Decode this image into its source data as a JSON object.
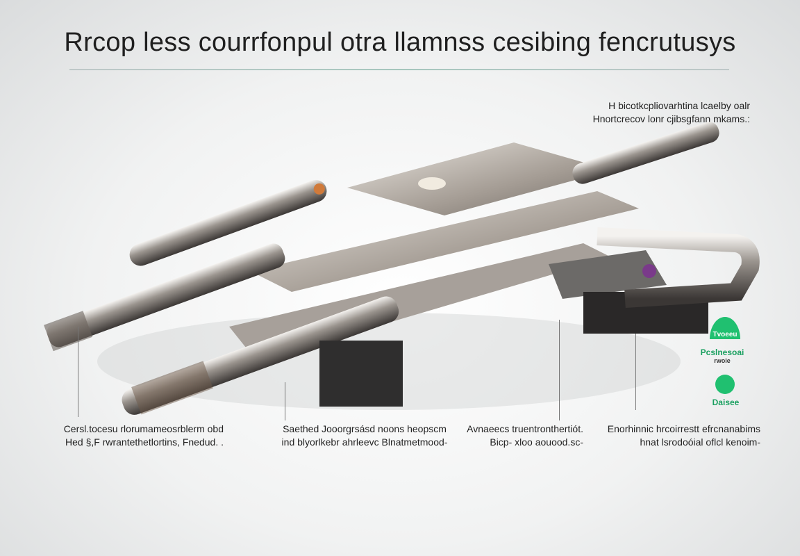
{
  "title": "Rrcop less courrfonpul otra llamnss cesibing fencrutusys",
  "top_right_note": [
    "H bicotkcpliovarhtina lcaelby oalr",
    "Hnortcrecov lonr cjibsgfann mkams.:"
  ],
  "callouts": [
    {
      "lines": [
        "Cersl.tocesu rlorumameosrblerm obd",
        "Hed §,F rwrantethetlortins, Fnedud. ."
      ]
    },
    {
      "lines": [
        "Saethed Jooorgrsásd noons heopscm",
        "ind blyorlkebr ahrleevc Blnatmetmood-"
      ]
    },
    {
      "lines": [
        "Avnaeecs truentronthertiót.",
        "Bicp- xloo aouood.sc-"
      ]
    },
    {
      "lines": [
        "Enorhinnic hrcoirrestt efrcnanabims",
        "hnat lsrodoóial oflcl kenoim-"
      ]
    }
  ],
  "badges": {
    "top": "Tvoeeu",
    "middle": [
      "Pcslnesoai",
      "rwoie"
    ],
    "bottom": "Daisee"
  },
  "colors": {
    "accent_green": "#20c070",
    "metal": "#8a8683",
    "copper": "#d07a3a"
  }
}
